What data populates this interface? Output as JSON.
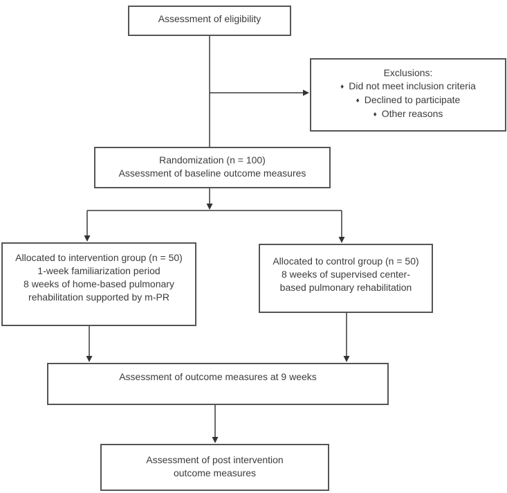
{
  "diagram": {
    "kind": "participant-flow-diagram",
    "colors": {
      "background": "#ffffff",
      "box_border": "#545454",
      "connector": "#383838",
      "text": "#3b3b3b"
    },
    "nodes": {
      "eligibility": {
        "lines": [
          "Assessment of eligibility"
        ]
      },
      "exclusions": {
        "heading": "Exclusions:",
        "bullet_glyph": "♦",
        "bullets": [
          "Did not meet inclusion criteria",
          "Declined to participate",
          "Other reasons"
        ]
      },
      "randomization": {
        "lines": [
          "Randomization (n = 100)",
          "Assessment of baseline outcome measures"
        ]
      },
      "intervention": {
        "lines": [
          "Allocated to intervention group (n = 50)",
          "1-week familiarization period",
          "8 weeks of home-based pulmonary",
          "rehabilitation supported by m-PR"
        ]
      },
      "control": {
        "lines": [
          "Allocated to control group (n = 50)",
          "8 weeks of supervised center-",
          "based pulmonary rehabilitation"
        ]
      },
      "outcome_9_weeks": {
        "lines": [
          "Assessment of outcome measures at 9 weeks"
        ]
      },
      "post_intervention": {
        "lines": [
          "Assessment of post intervention",
          "outcome measures"
        ]
      }
    }
  }
}
